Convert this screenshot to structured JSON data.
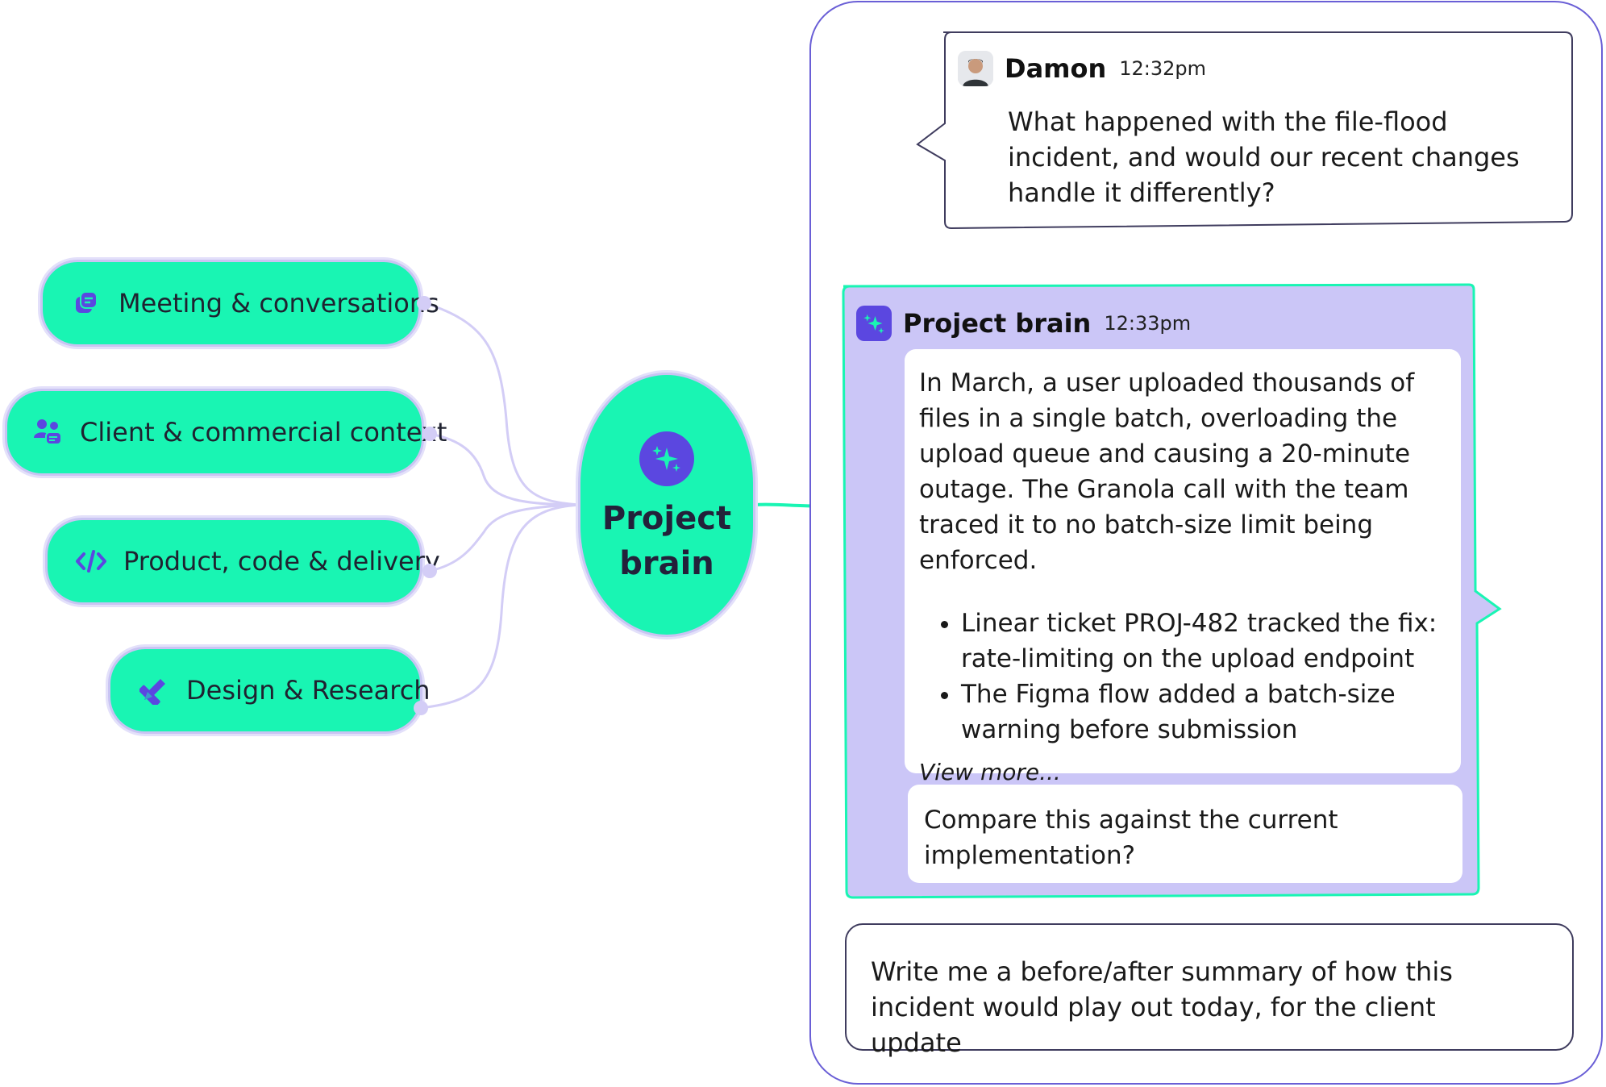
{
  "sources": [
    {
      "label": "Meeting & conversations",
      "icon": "chat-bubbles-icon"
    },
    {
      "label": "Client & commercial context",
      "icon": "people-chat-icon"
    },
    {
      "label": "Product, code & delivery",
      "icon": "code-icon"
    },
    {
      "label": "Design & Research",
      "icon": "design-tools-icon"
    }
  ],
  "hub": {
    "title": "Project brain",
    "icon": "sparkles-icon"
  },
  "chat": {
    "user_message": {
      "name": "Damon",
      "time": "12:32pm",
      "text": "What happened with the file-flood incident, and would our recent changes handle it differently?"
    },
    "ai_message": {
      "name": "Project brain",
      "time": "12:33pm",
      "paragraph": "In March, a user uploaded thousands of files in a single batch, overloading the upload queue and causing a 20-minute outage. The Granola call with the team traced it to no batch-size limit being enforced.",
      "bullets": [
        "Linear ticket PROJ-482 tracked the fix: rate-limiting on the upload endpoint",
        "The Figma flow added a batch-size warning before submission"
      ],
      "view_more": "View more...",
      "suggestion": "Compare this against the current implementation?"
    },
    "composer_text": "Write me a before/after summary of how this incident would play out today, for the client update"
  },
  "colors": {
    "mint": "#19f5b3",
    "lavender": "#c9c4f3",
    "violet": "#5b47e0",
    "panel_border": "#6a5fd6",
    "ai_bubble": "#cbc6f7"
  }
}
